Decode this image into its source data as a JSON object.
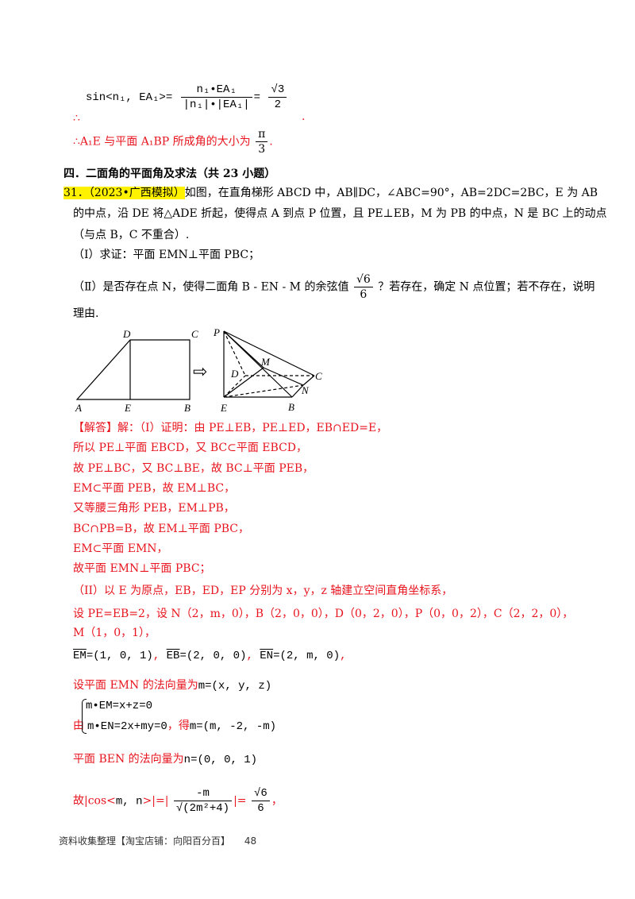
{
  "prev": {
    "therefore1": "∴",
    "sin_lhs": "sin<n₁, EA₁>",
    "eq1": "=",
    "frac_num": "n₁•EA₁",
    "frac_den": "|n₁|•|EA₁|",
    "eq2": "=",
    "result_num": "√3",
    "result_den": "2",
    "end_dot": ".",
    "conclusion": "∴A₁E 与平面 A₁BP 所成角的大小为",
    "pi_num": "π",
    "pi_den": "3",
    "conclusion_end": "."
  },
  "section_title": "四．二面角的平面角及求法（共 23 小题）",
  "question": {
    "number": "31．",
    "source": "（2023•广西模拟）",
    "line1": "如图，在直角梯形 ABCD 中，AB∥DC，∠ABC=90°，AB=2DC=2BC，E 为 AB",
    "line2": "的中点，沿 DE 将△ADE 折起，使得点 A 到点 P 位置，且 PE⊥EB，M 为 PB 的中点，N 是 BC 上的动点",
    "line3": "（与点 B，C 不重合）.",
    "part1": "（Ⅰ）求证：平面 EMN⊥平面 PBC；",
    "part2_a": "（Ⅱ）是否存在点 N，使得二面角 B - EN - M 的余弦值",
    "part2_num": "√6",
    "part2_den": "6",
    "part2_b": "？若存在，确定 N 点位置；若不存在，说明",
    "part2_c": "理由."
  },
  "figure": {
    "left_labels": {
      "A": "A",
      "E": "E",
      "B": "B",
      "C": "C",
      "D": "D"
    },
    "right_labels": {
      "P": "P",
      "D": "D",
      "M": "M",
      "C": "C",
      "N": "N",
      "E": "E",
      "B": "B"
    },
    "arrow": "⇨"
  },
  "solution": {
    "lines": [
      "【解答】解：（I）证明：由 PE⊥EB，PE⊥ED，EB∩ED=E，",
      "所以 PE⊥平面 EBCD，又 BC⊂平面 EBCD，",
      "故 PE⊥BC，又 BC⊥BE，故 BC⊥平面 PEB，",
      "EM⊂平面 PEB，故 EM⊥BC，",
      "又等腰三角形 PEB，EM⊥PB，",
      "BC∩PB=B，故 EM⊥平面 PBC，",
      "EM⊂平面 EMN，",
      "故平面 EMN⊥平面 PBC；",
      "（II）以 E 为原点，EB，ED，EP 分别为 x，y，z 轴建立空间直角坐标系，",
      "设 PE=EB=2，设 N（2，m，0），B（2，0，0），D（0，2，0），P（0，0，2），C（2，2，0），",
      "M（1，0，1），"
    ],
    "vectors": {
      "em_name": "EM",
      "em_val": "=(1, 0, 1)",
      "eb_name": "EB",
      "eb_val": "=(2, 0, 0)",
      "en_name": "EN",
      "en_val": "=(2, m, 0)",
      "sep": ","
    },
    "normal_m_text": "设平面 EMN 的法向量为",
    "normal_m_val": "m=(x, y, z)",
    "sys_prefix": "由",
    "sys_eq1": "m•EM=x+z=0",
    "sys_eq2": "m•EN=2x+my=0",
    "sys_get": "，得",
    "sys_result": "m=(m, -2, -m)",
    "normal_n_text": "平面 BEN 的法向量为",
    "normal_n_val": "n=(0, 0, 1)",
    "cos_prefix": "故|cos<",
    "cos_vecs": "m, n",
    "cos_mid": ">|=|",
    "cos_num": "-m",
    "cos_den": "√(2m²+4)",
    "cos_eq": "|=",
    "cos_res_num": "√6",
    "cos_res_den": "6",
    "cos_end": "，"
  },
  "footer": {
    "text": "资料收集整理【淘宝店铺：向阳百分百】",
    "page": "48"
  },
  "colors": {
    "answer": "#e8141e",
    "highlight": "#fff200"
  }
}
